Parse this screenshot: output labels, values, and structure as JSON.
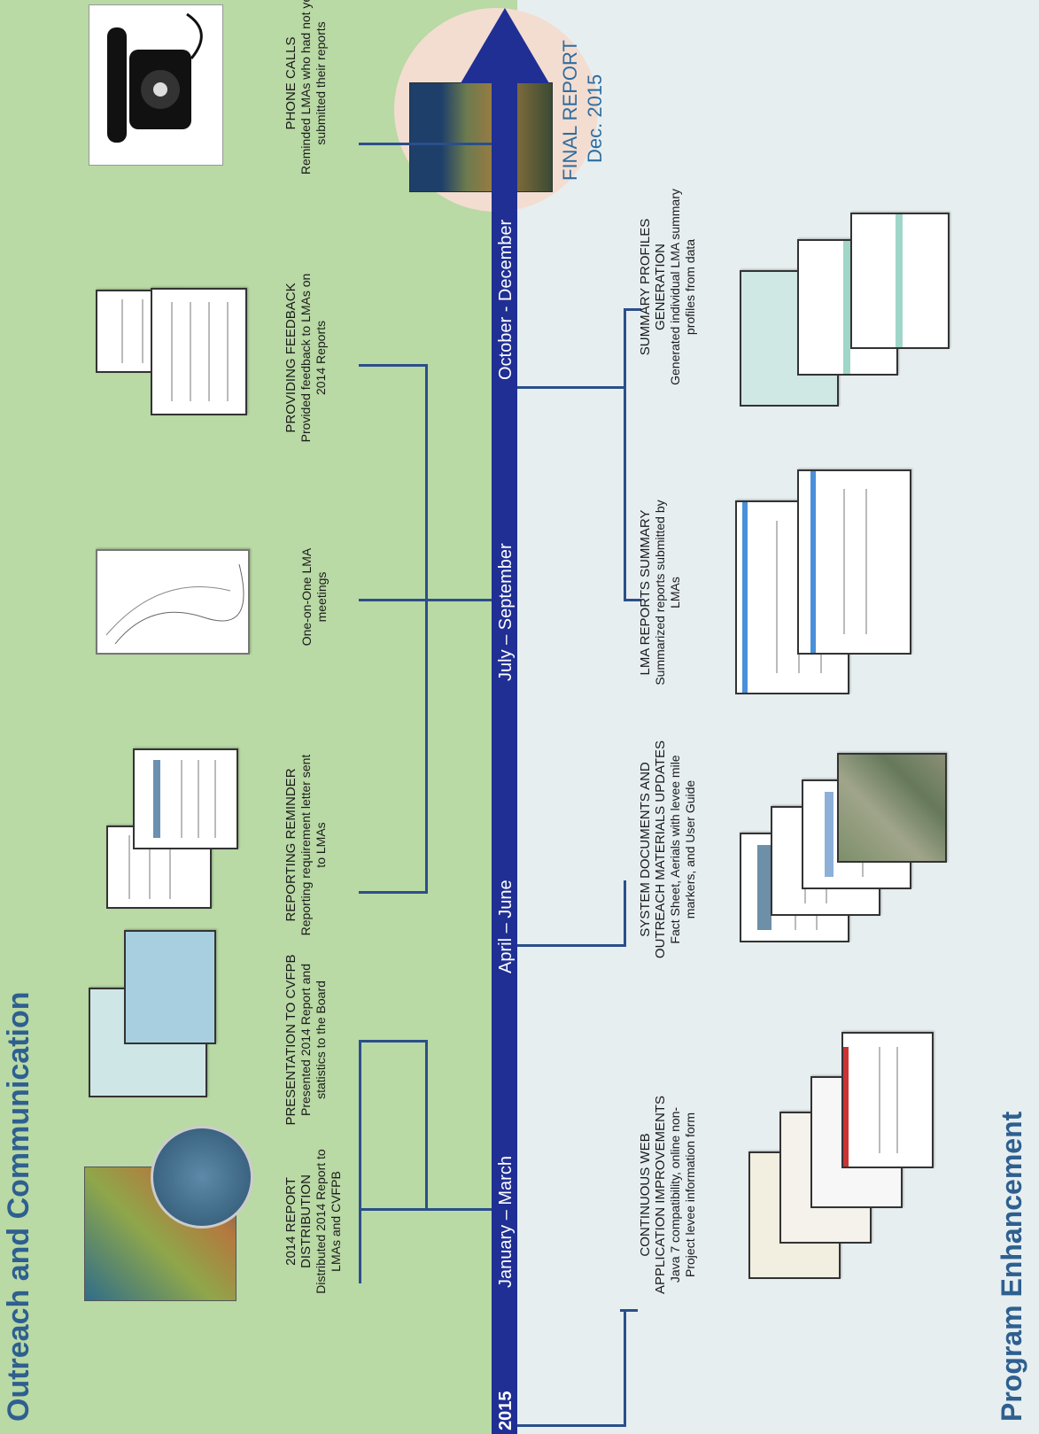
{
  "sections": {
    "outreach_title": "Outreach and Communication",
    "program_title": "Program Enhancement"
  },
  "timeline": {
    "year": "2015",
    "periods": [
      "January – March",
      "April – June",
      "July – September",
      "October - December"
    ]
  },
  "final_report": {
    "line1": "FINAL REPORT",
    "line2": "Dec. 2015"
  },
  "outreach_events": [
    {
      "title": "2014 REPORT DISTRIBUTION",
      "desc": "Distributed 2014 Report to LMAs and CVFPB"
    },
    {
      "title": "PRESENTATION TO CVFPB",
      "desc": "Presented 2014 Report and statistics to the Board"
    },
    {
      "title": "REPORTING REMINDER",
      "desc": "Reporting requirement letter sent to LMAs"
    },
    {
      "title": "",
      "desc": "One-on-One LMA meetings"
    },
    {
      "title": "PROVIDING FEEDBACK",
      "desc": "Provided feedback to LMAs on 2014 Reports"
    },
    {
      "title": "PHONE CALLS",
      "desc": "Reminded LMAs who had not yet submitted their reports"
    }
  ],
  "program_events": [
    {
      "title": "CONTINUOUS WEB APPLICATION IMPROVEMENTS",
      "desc": "Java 7 compatibility, online non-Project levee information form"
    },
    {
      "title": "SYSTEM DOCUMENTS AND OUTREACH MATERIALS UPDATES",
      "desc": "Fact Sheet, Aerials with levee mile markers, and User Guide"
    },
    {
      "title": "LMA REPORTS SUMMARY",
      "desc": "Summarized reports submitted by LMAs"
    },
    {
      "title": "SUMMARY PROFILES GENERATION",
      "desc": "Generated individual LMA summary profiles from data"
    }
  ],
  "colors": {
    "outreach_bg": "#b9d9a5",
    "program_bg": "#e6eef0",
    "axis": "#1f2f94",
    "connector": "#2b4f8a",
    "title_blue": "#2e5f8f",
    "final_circle": "#f3ddd0"
  },
  "icons": [
    "document-icon",
    "map-icon",
    "telephone-icon",
    "report-cover-icon"
  ]
}
